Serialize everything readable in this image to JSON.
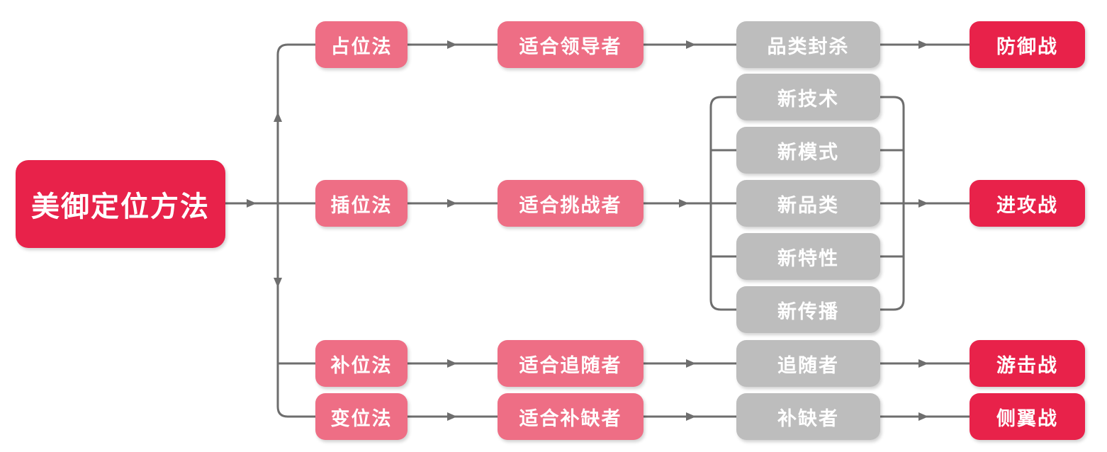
{
  "diagram": {
    "root_label": "美御定位方法",
    "branches": [
      {
        "method": "占位法",
        "suit": "适合领导者",
        "strategy": "品类封杀",
        "warfare": "防御战"
      },
      {
        "method": "插位法",
        "suit": "适合挑战者",
        "strategy_group": [
          "新技术",
          "新模式",
          "新品类",
          "新特性",
          "新传播"
        ],
        "warfare": "进攻战"
      },
      {
        "method": "补位法",
        "suit": "适合追随者",
        "strategy": "追随者",
        "warfare": "游击战"
      },
      {
        "method": "变位法",
        "suit": "适合补缺者",
        "strategy": "补缺者",
        "warfare": "侧翼战"
      }
    ],
    "colors": {
      "primary_red": "#E8224A",
      "secondary_pink": "#EE6E85",
      "neutral_gray": "#BDBDBD",
      "connector_gray": "#6E6E6E",
      "text_white": "#FFFFFF",
      "background": "#FFFFFF"
    }
  }
}
